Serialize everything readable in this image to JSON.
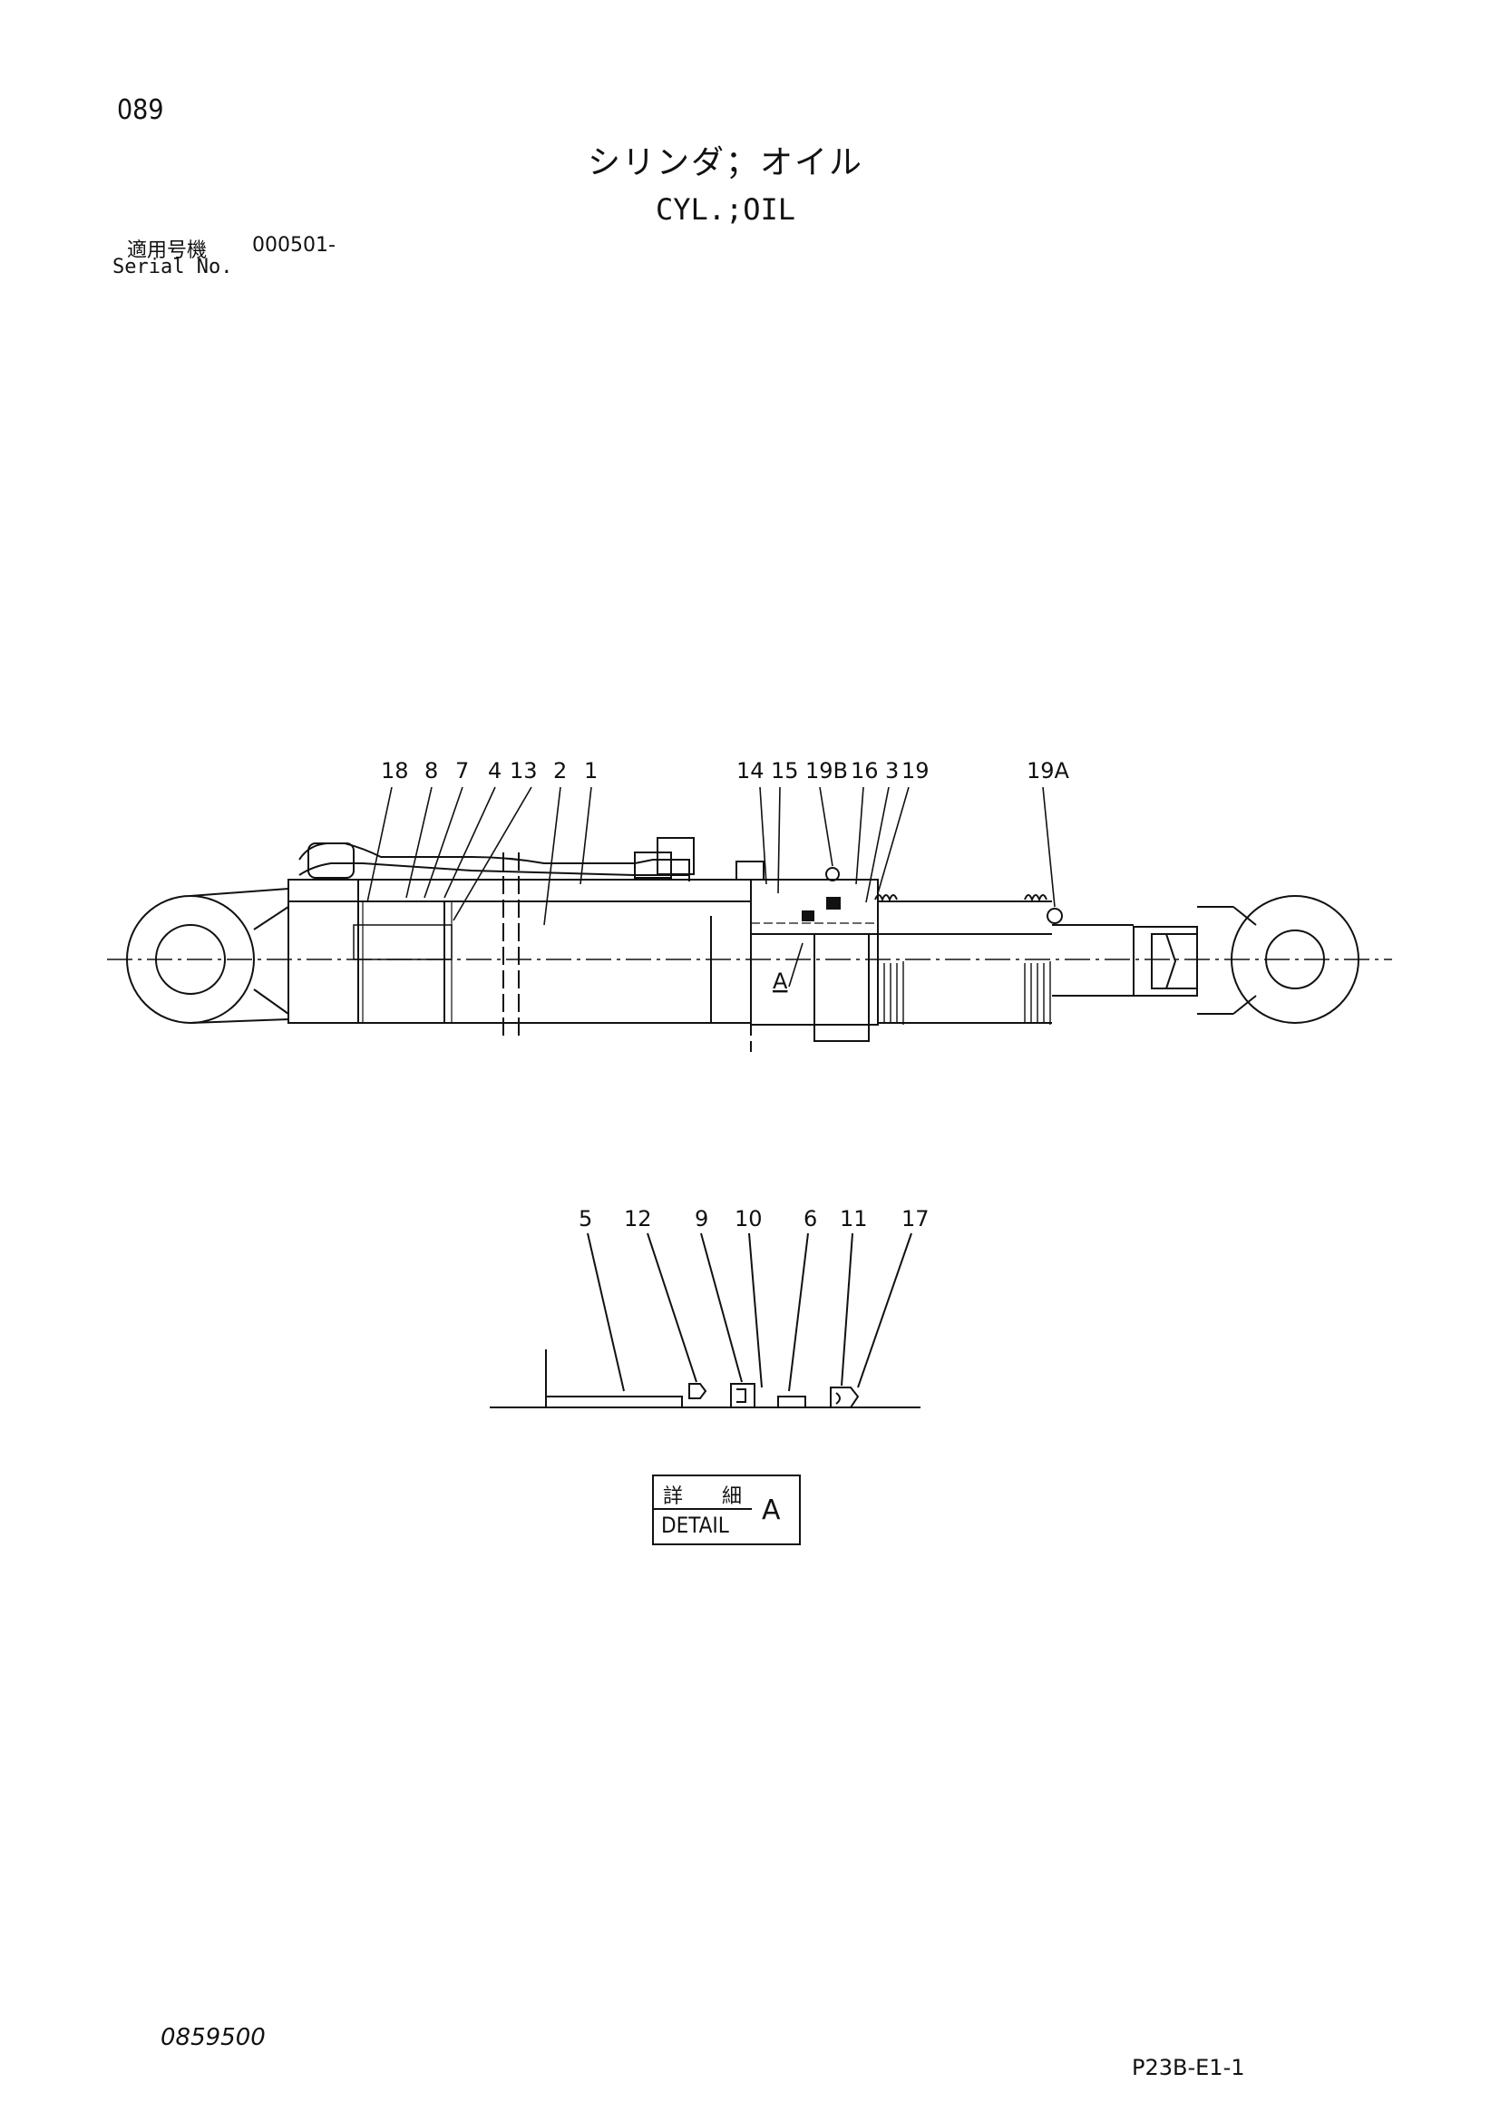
{
  "page_number": "089",
  "title": {
    "japanese": "シリンダ；オイル",
    "english": "CYL.;OIL"
  },
  "serial": {
    "label_jp": "適用号機",
    "value": "000501-",
    "label_en": "Serial No."
  },
  "callouts_main": [
    "18",
    "8",
    "7",
    "4",
    "13",
    "2",
    "1",
    "14",
    "15",
    "19B",
    "16",
    "3",
    "19",
    "19A"
  ],
  "section_marker": "A",
  "callouts_detail": [
    "5",
    "12",
    "9",
    "10",
    "6",
    "11",
    "17"
  ],
  "detail_label": {
    "japanese": "詳 細",
    "english": "DETAIL",
    "letter": "A"
  },
  "document_number": "0859500",
  "page_code": "P23B-E1-1"
}
